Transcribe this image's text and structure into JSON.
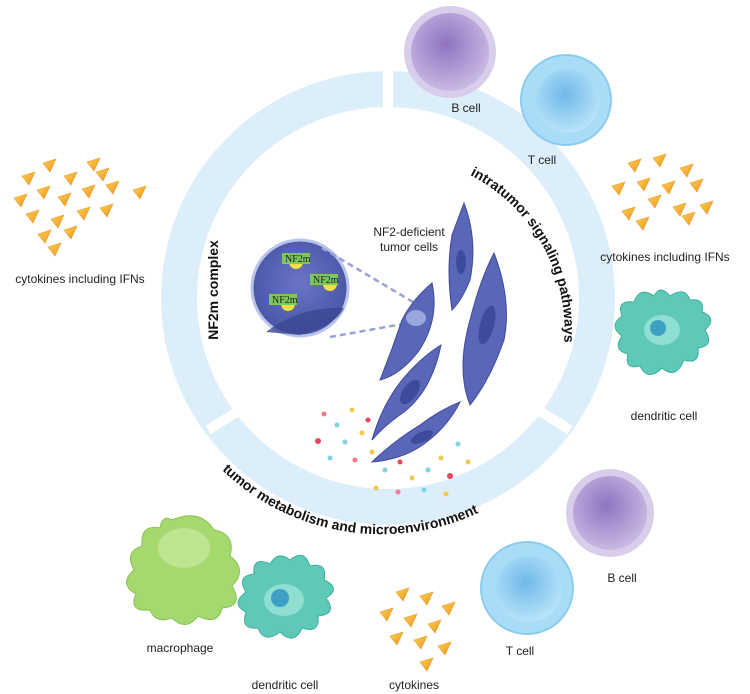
{
  "ring_labels": {
    "left": "NF2m complex",
    "right": "intratumor signaling pathways",
    "bottom": "tumor metabolism and microenvironment"
  },
  "center": {
    "tumor_label_line1": "NF2-deficient",
    "tumor_label_line2": "tumor cells",
    "nf2m_tags": [
      "NF2m",
      "NF2m",
      "NF2m"
    ]
  },
  "cells": {
    "b_cell_top": "B cell",
    "t_cell_top": "T cell",
    "cytokines_left": "cytokines including IFNs",
    "cytokines_right": "cytokines including IFNs",
    "dendritic_right": "dendritic cell",
    "b_cell_bottom": "B cell",
    "t_cell_bottom": "T cell",
    "macrophage": "macrophage",
    "dendritic_bottom": "dendritic cell",
    "cytokines_bottom": "cytokines"
  },
  "colors": {
    "ring": "#dbeef9",
    "tumor_cell": "#5a67b8",
    "tumor_cell_dark": "#3e4a9a",
    "b_cell": "#b8a6d6",
    "t_cell": "#8fcdf0",
    "dendritic": "#58c4b4",
    "macrophage": "#9fd46a",
    "cytokine": "#f5b62a",
    "nf2m_dot": "#f2e043"
  }
}
